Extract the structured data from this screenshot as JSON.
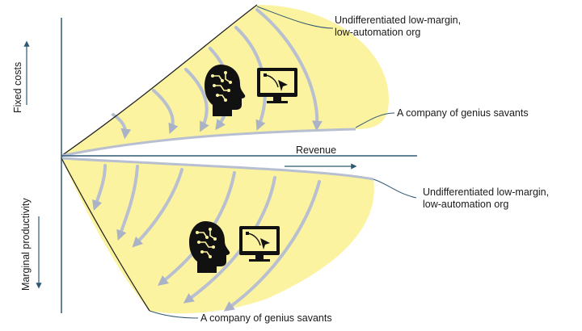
{
  "labels": {
    "y_top": "Fixed costs",
    "y_bottom": "Marginal productivity",
    "x_axis": "Revenue",
    "top_upper": "Undifferentiated low-margin,\nlow-automation org",
    "top_lower": "A company of genius savants",
    "bottom_upper": "Undifferentiated low-margin,\nlow-automation org",
    "bottom_lower": "A company of genius savants"
  },
  "icons": {
    "top": [
      "ai-head-icon",
      "computer-cursor-icon"
    ],
    "bottom": [
      "ai-head-icon",
      "computer-cursor-icon"
    ]
  },
  "colors": {
    "fill": "#fbf3a0",
    "arrow": "#b7bfd0",
    "axis": "#2f5872",
    "curve": "#222222"
  }
}
